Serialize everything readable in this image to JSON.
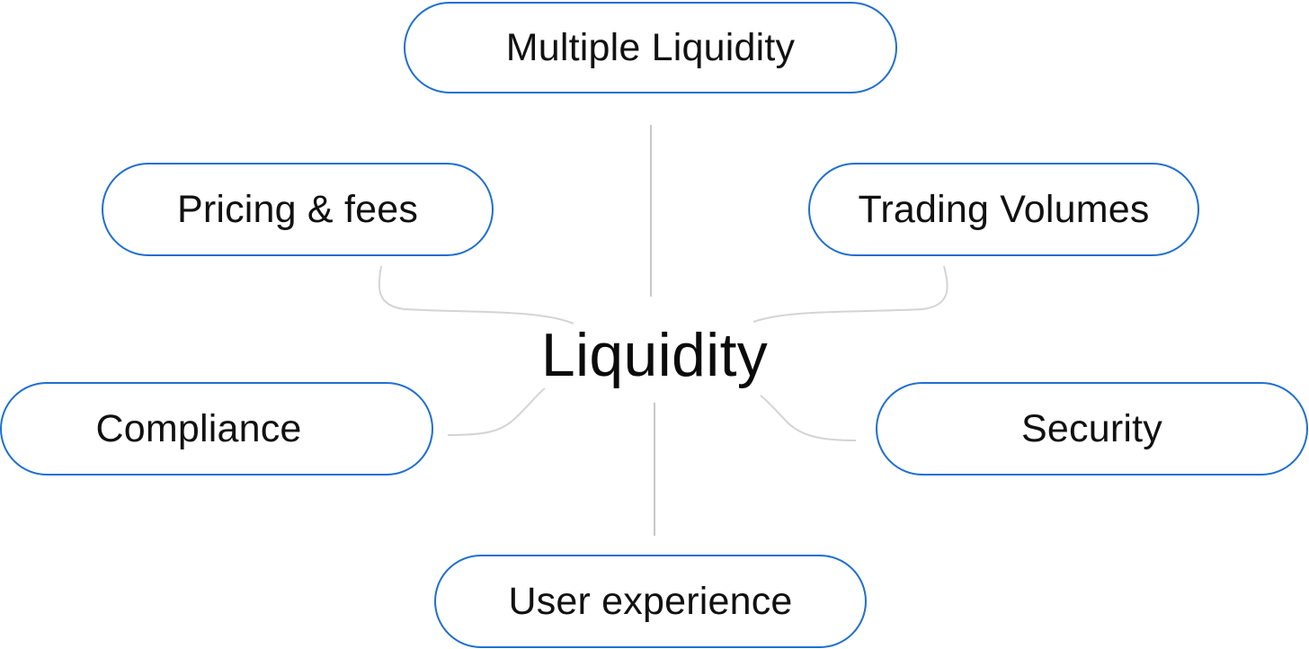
{
  "diagram": {
    "center": {
      "label": "Liquidity"
    },
    "nodes": {
      "multiple_liquidity": "Multiple Liquidity",
      "pricing_fees": "Pricing & fees",
      "trading_volumes": "Trading Volumes",
      "compliance": "Compliance",
      "security": "Security",
      "user_experience": "User experience"
    },
    "colors": {
      "node_border": "#1f6fd1",
      "connector": "#c8c8c8",
      "text": "#111111",
      "background": "#ffffff"
    }
  }
}
